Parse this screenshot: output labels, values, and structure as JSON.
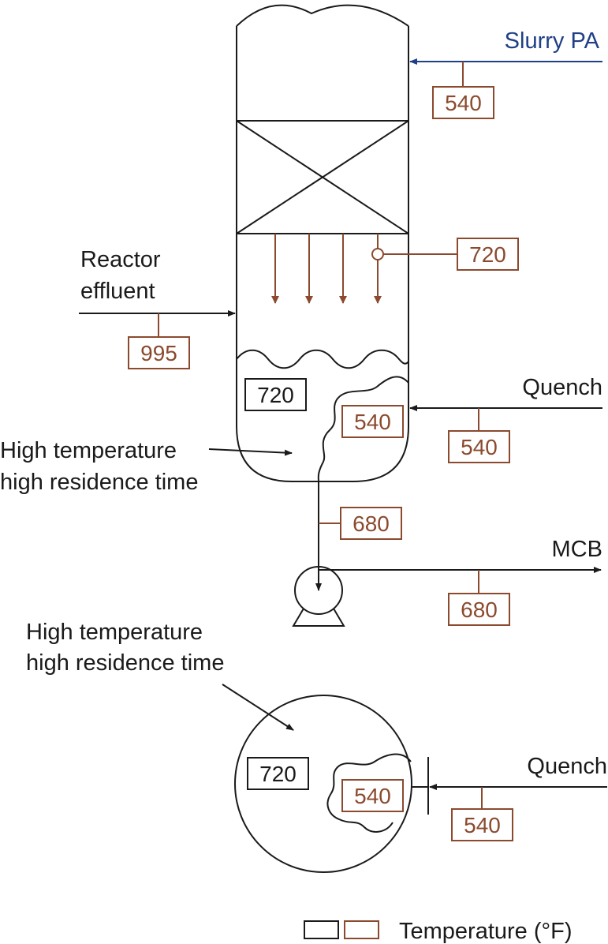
{
  "colors": {
    "line": "#1a1a1a",
    "brown": "#8b4a2e",
    "blue": "#1f3f86"
  },
  "labels": {
    "slurry_pa": "Slurry PA",
    "reactor": "Reactor",
    "effluent": "effluent",
    "quench": "Quench",
    "quench_2": "Quench",
    "mcb": "MCB",
    "high_temp_1": "High temperature",
    "high_res_1": "high residence time",
    "high_temp_2": "High temperature",
    "high_res_2": "high residence time"
  },
  "temps": {
    "slurry_pa": "540",
    "top_draw": "720",
    "reactor_effluent": "995",
    "bottom_hot_zone": "720",
    "bottom_quench_zone": "540",
    "quench_in": "540",
    "bottoms_line": "680",
    "mcb_out": "680",
    "drum_hot_zone": "720",
    "drum_quench_zone": "540",
    "drum_quench_in": "540"
  },
  "legend": {
    "label": "Temperature (°F)"
  }
}
